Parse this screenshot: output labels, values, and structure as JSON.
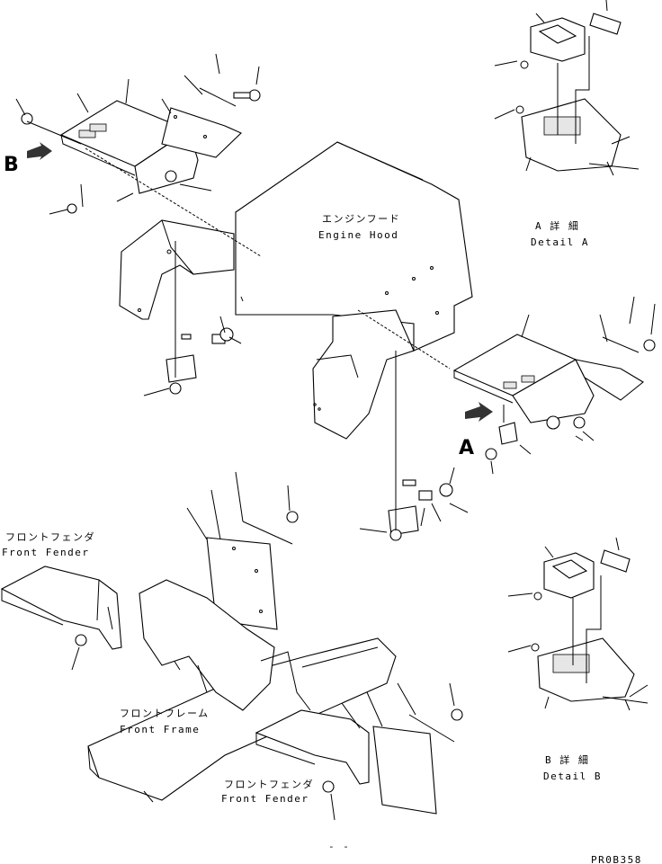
{
  "labels": {
    "engine_hood_jp": "エンジンフード",
    "engine_hood_en": "Engine Hood",
    "detail_a_jp": "A 詳 細",
    "detail_a_en": "Detail A",
    "detail_b_jp": "B 詳 細",
    "detail_b_en": "Detail B",
    "front_fender_left_jp": "フロントフェンダ",
    "front_fender_left_en": "Front Fender",
    "front_frame_jp": "フロントフレーム",
    "front_frame_en": "Front Frame",
    "front_fender_bottom_jp": "フロントフェンダ",
    "front_fender_bottom_en": "Front Fender",
    "view_marker_a": "A",
    "view_marker_b": "B",
    "page_mark": "- -",
    "drawing_number": "PR0B358"
  }
}
